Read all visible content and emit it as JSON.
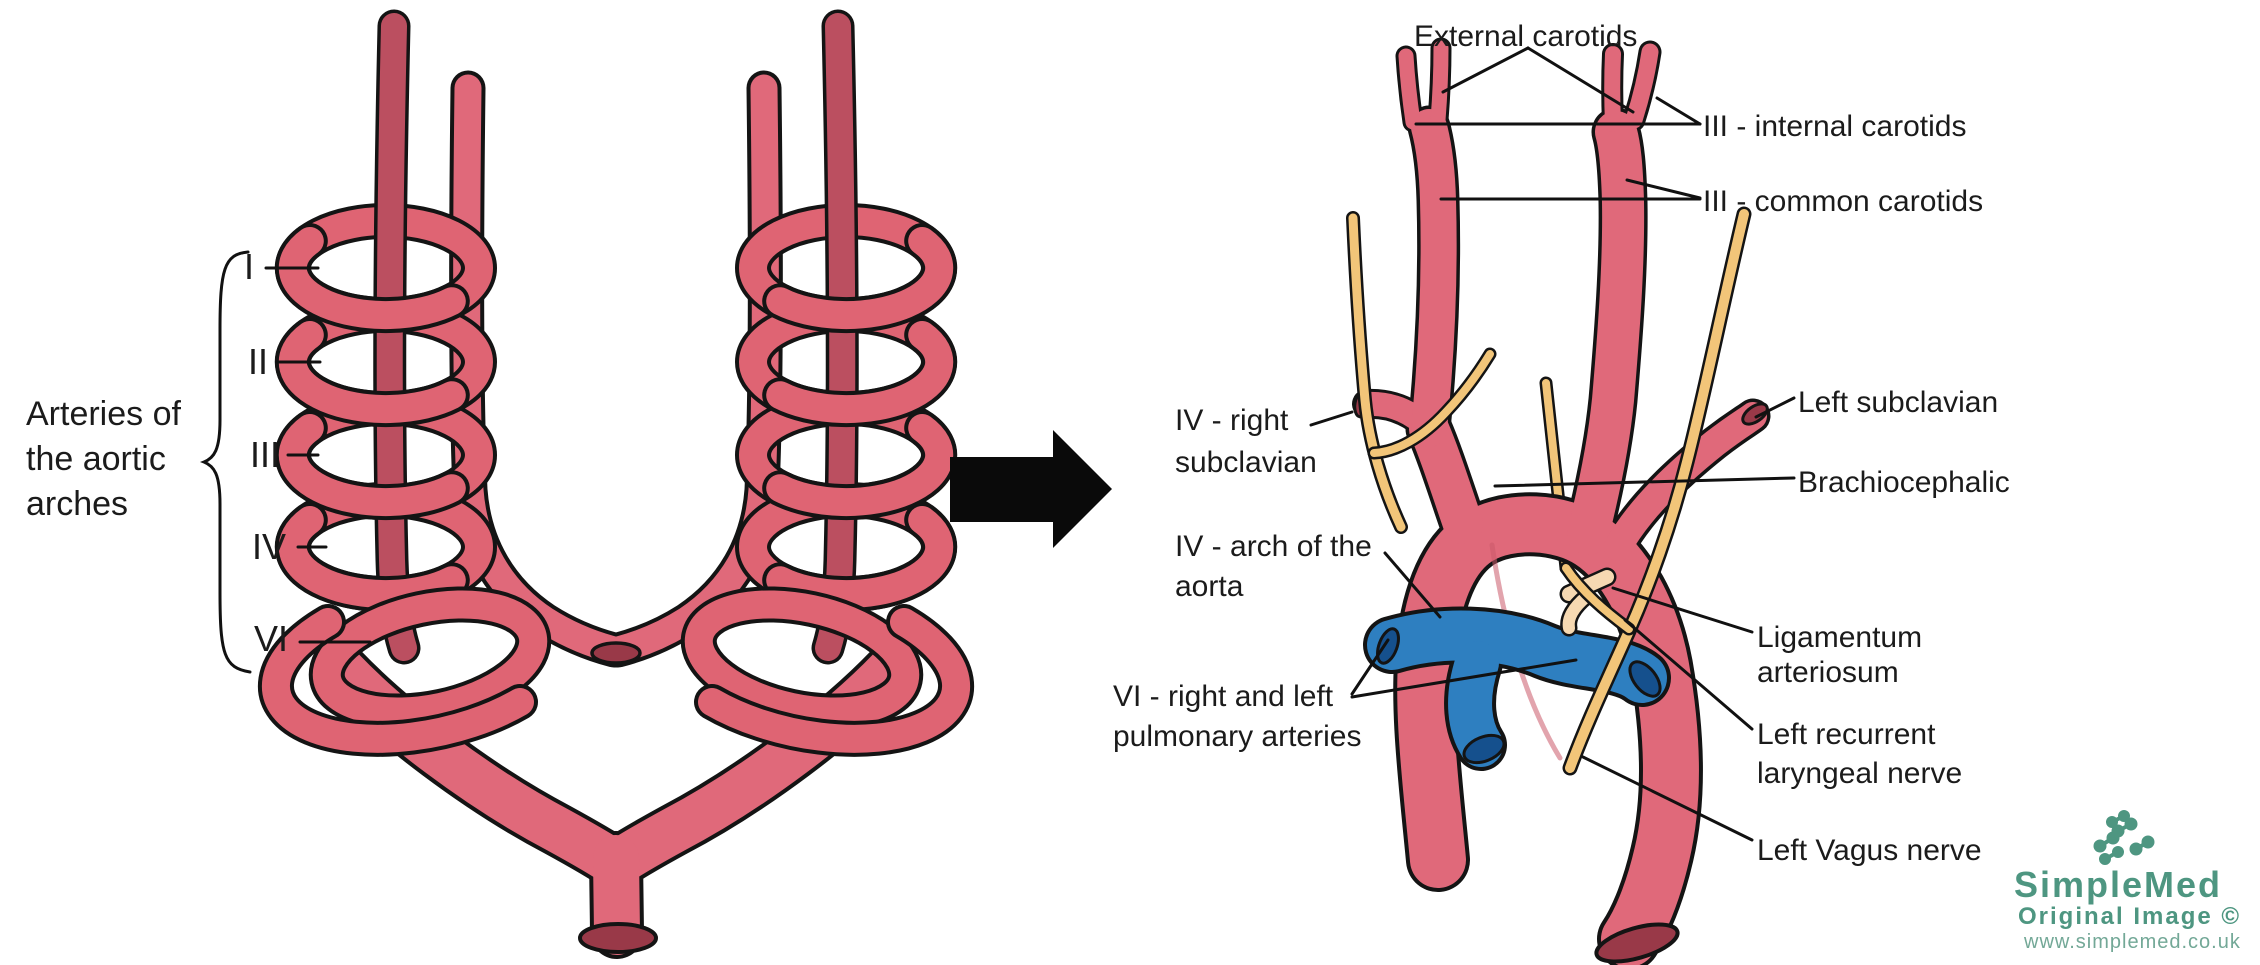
{
  "left_panel": {
    "caption_lines": [
      "Arteries of",
      "the aortic",
      "arches"
    ],
    "arch_numerals": [
      "I",
      "II",
      "III",
      "IV",
      "VI"
    ]
  },
  "right_panel": {
    "labels": {
      "external_carotids": {
        "text": "External carotids"
      },
      "internal_carotids": {
        "text": "III - internal carotids"
      },
      "common_carotids": {
        "text": "III - common carotids"
      },
      "right_subclavian": {
        "lines": [
          "IV - right",
          "subclavian"
        ]
      },
      "arch_of_aorta": {
        "lines": [
          "IV - arch of the",
          "aorta"
        ]
      },
      "left_subclavian": {
        "text": "Left subclavian"
      },
      "brachiocephalic": {
        "text": "Brachiocephalic"
      },
      "ligamentum_arteriosum": {
        "lines": [
          "Ligamentum",
          "arteriosum"
        ]
      },
      "left_recurrent_laryngeal": {
        "lines": [
          "Left recurrent",
          "laryngeal nerve"
        ]
      },
      "left_vagus": {
        "text": "Left Vagus nerve"
      },
      "pulmonary_arteries": {
        "lines": [
          "VI - right and left",
          "pulmonary arteries"
        ]
      }
    }
  },
  "watermark": {
    "brand": "SimpleMed",
    "caption": "Original Image ©",
    "url": "www.simplemed.co.uk",
    "icon": "molecule-cluster-icon"
  },
  "colors": {
    "artery_pink": "#e0697a",
    "artery_ring_pink": "#df6473",
    "artery_dark": "#bb4f60",
    "vessel_outline": "#141414",
    "lumen_dark": "#993948",
    "pulmonary_blue": "#2e7fc0",
    "pulmonary_lumen": "#15508d",
    "nerve_yellow": "#f2c579",
    "ligament_cream": "#f6d9b2",
    "logo_teal": "#4e9681",
    "label_text": "#1b1b1b"
  }
}
